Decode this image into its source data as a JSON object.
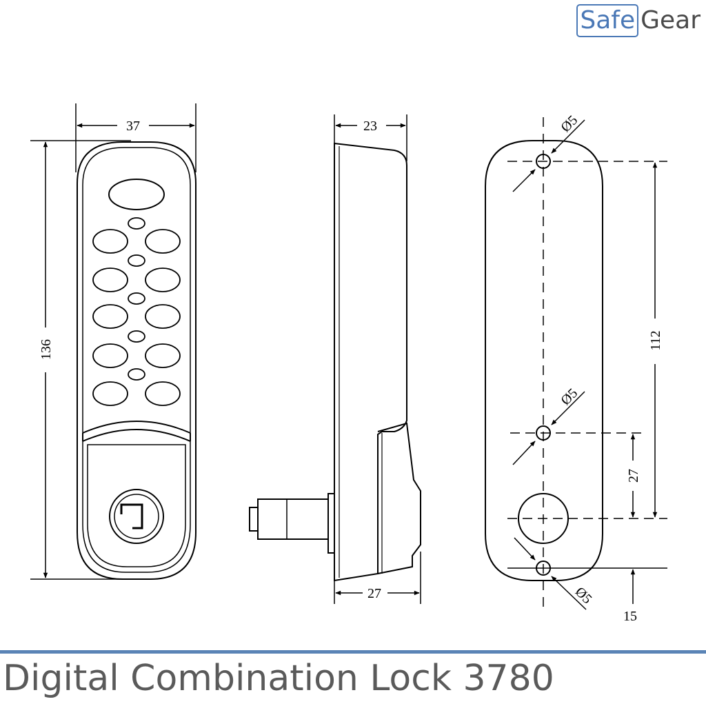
{
  "brand": {
    "part1": "Safe",
    "part2": "Gear"
  },
  "title": "Digital Combination Lock 3780",
  "colors": {
    "brand_blue": "#4a78b6",
    "brand_gray": "#4a4a4a",
    "rule": "#5a84b6",
    "title_gray": "#5a5a5a"
  },
  "dimensions": {
    "front_width": "37",
    "front_height": "136",
    "side_top_depth": "23",
    "side_bottom_depth": "27",
    "back_hole_top": "Ø5",
    "back_hole_mid": "Ø5",
    "back_hole_bottom": "Ø5",
    "back_span": "112",
    "back_mid_offset": "27",
    "back_bottom_offset": "15"
  }
}
